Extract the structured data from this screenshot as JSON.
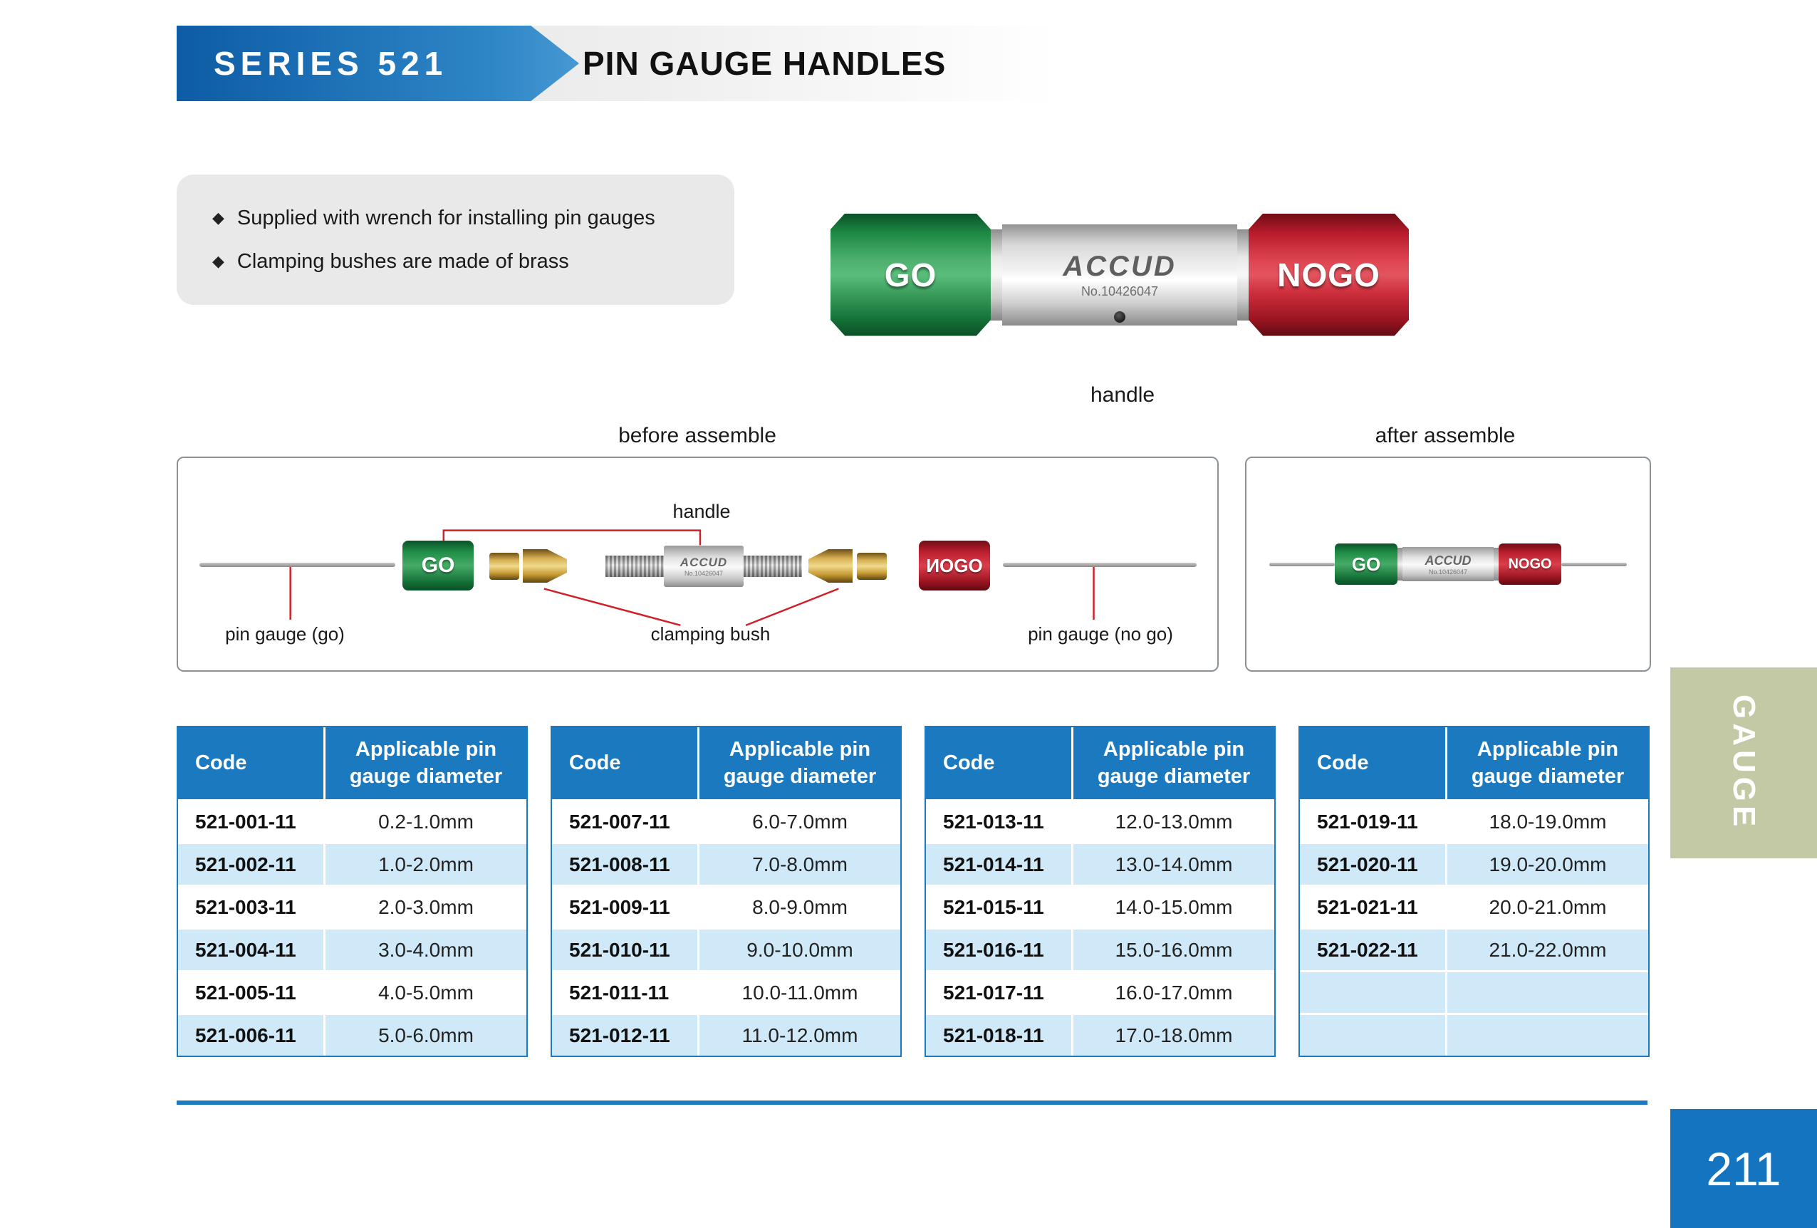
{
  "header": {
    "series": "SERIES 521",
    "title": "PIN GAUGE HANDLES"
  },
  "features": {
    "bullet": "◆",
    "items": [
      "Supplied with wrench for installing pin gauges",
      "Clamping bushes are made of brass"
    ]
  },
  "hero": {
    "go": "GO",
    "nogo": "NOGO",
    "brand": "ACCUD",
    "serial": "No.10426047",
    "caption": "handle"
  },
  "assembly": {
    "before_title": "before assemble",
    "after_title": "after assemble",
    "labels": {
      "handle": "handle",
      "pin_go": "pin gauge (go)",
      "clamping_bush": "clamping bush",
      "pin_nogo": "pin gauge (no go)"
    },
    "before_parts": {
      "go": "GO",
      "nogo": "ИOGO",
      "brand": "ACCUD",
      "serial": "No.10426047"
    },
    "after_parts": {
      "go": "GO",
      "nogo": "NOGO",
      "brand": "ACCUD",
      "serial": "No.10426047"
    }
  },
  "tables": [
    {
      "headers": [
        "Code",
        "Applicable pin gauge diameter"
      ],
      "rows": [
        [
          "521-001-11",
          "0.2-1.0mm"
        ],
        [
          "521-002-11",
          "1.0-2.0mm"
        ],
        [
          "521-003-11",
          "2.0-3.0mm"
        ],
        [
          "521-004-11",
          "3.0-4.0mm"
        ],
        [
          "521-005-11",
          "4.0-5.0mm"
        ],
        [
          "521-006-11",
          "5.0-6.0mm"
        ]
      ]
    },
    {
      "headers": [
        "Code",
        "Applicable pin gauge diameter"
      ],
      "rows": [
        [
          "521-007-11",
          "6.0-7.0mm"
        ],
        [
          "521-008-11",
          "7.0-8.0mm"
        ],
        [
          "521-009-11",
          "8.0-9.0mm"
        ],
        [
          "521-010-11",
          "9.0-10.0mm"
        ],
        [
          "521-011-11",
          "10.0-11.0mm"
        ],
        [
          "521-012-11",
          "11.0-12.0mm"
        ]
      ]
    },
    {
      "headers": [
        "Code",
        "Applicable pin gauge diameter"
      ],
      "rows": [
        [
          "521-013-11",
          "12.0-13.0mm"
        ],
        [
          "521-014-11",
          "13.0-14.0mm"
        ],
        [
          "521-015-11",
          "14.0-15.0mm"
        ],
        [
          "521-016-11",
          "15.0-16.0mm"
        ],
        [
          "521-017-11",
          "16.0-17.0mm"
        ],
        [
          "521-018-11",
          "17.0-18.0mm"
        ]
      ]
    },
    {
      "headers": [
        "Code",
        "Applicable pin gauge diameter"
      ],
      "rows": [
        [
          "521-019-11",
          "18.0-19.0mm"
        ],
        [
          "521-020-11",
          "19.0-20.0mm"
        ],
        [
          "521-021-11",
          "20.0-21.0mm"
        ],
        [
          "521-022-11",
          "21.0-22.0mm"
        ],
        [
          "",
          ""
        ],
        [
          "",
          ""
        ]
      ]
    }
  ],
  "sidebar": {
    "tab": "GAUGE",
    "page_number": "211"
  },
  "colors": {
    "accent_blue": "#1b79c0",
    "row_alt_blue": "#cfe9f8",
    "go_green": "#1e8b45",
    "nogo_red": "#c1202e",
    "tab_olive": "#c3c9a4",
    "callout_red": "#cf2027"
  }
}
